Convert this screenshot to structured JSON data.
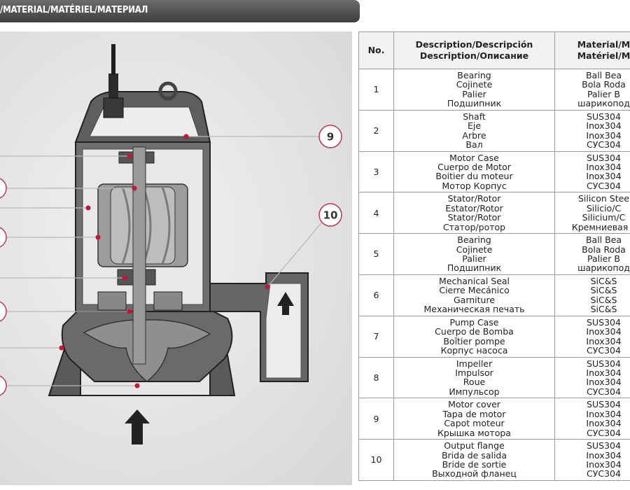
{
  "header": {
    "title": "/MATERIAL/MATÉRIEL/МАТЕРИАЛ"
  },
  "diagram": {
    "callouts": [
      "9",
      "10"
    ],
    "callout_color": "#c0183a"
  },
  "table": {
    "headers": {
      "no": "No.",
      "description": [
        "Description/Descripción",
        "Description/Описание"
      ],
      "material": [
        "Material/M",
        "Matériel/M"
      ]
    },
    "rows": [
      {
        "no": "1",
        "description": [
          "Bearing",
          "Cojinete",
          "Palier",
          "Подшипник"
        ],
        "material": [
          "Ball Bea",
          "Bola Roda",
          "Palier B",
          "шарикопод"
        ]
      },
      {
        "no": "2",
        "description": [
          "Shaft",
          "Eje",
          "Arbre",
          "Вал"
        ],
        "material": [
          "SUS304",
          "Inox304",
          "Inox304",
          "СУС304"
        ]
      },
      {
        "no": "3",
        "description": [
          "Motor Case",
          "Cuerpo de Motor",
          "Boitier du moteur",
          "Мотор Корпус"
        ],
        "material": [
          "SUS304",
          "Inox304",
          "Inox304",
          "СУС304"
        ]
      },
      {
        "no": "4",
        "description": [
          "Stator/Rotor",
          "Estator/Rotor",
          "Stator/Rotor",
          "Статор/ротор"
        ],
        "material": [
          "Silicon Stee",
          "Silicio/C",
          "Silicium/C",
          "Кремниевая с"
        ]
      },
      {
        "no": "5",
        "description": [
          "Bearing",
          "Cojinete",
          "Palier",
          "Подшипник"
        ],
        "material": [
          "Ball Bea",
          "Bola Roda",
          "Palier B",
          "шарикопод"
        ]
      },
      {
        "no": "6",
        "description": [
          "Mechanical Seal",
          "Cierre Mecánico",
          "Garniture",
          "Механическая печать"
        ],
        "material": [
          "SiC&S",
          "SiC&S",
          "SiC&S",
          "SiC&S"
        ]
      },
      {
        "no": "7",
        "description": [
          "Pump Case",
          "Cuerpo de Bomba",
          "Boîtier pompe",
          "Корпус насоса"
        ],
        "material": [
          "SUS304",
          "Inox304",
          "Inox304",
          "СУС304"
        ]
      },
      {
        "no": "8",
        "description": [
          "Impeller",
          "Impulsor",
          "Roue",
          "Импульсор"
        ],
        "material": [
          "SUS304",
          "Inox304",
          "Inox304",
          "СУС304"
        ]
      },
      {
        "no": "9",
        "description": [
          "Motor cover",
          "Tapa de motor",
          "Capot moteur",
          "Крышка мотора"
        ],
        "material": [
          "SUS304",
          "Inox304",
          "Inox304",
          "СУС304"
        ]
      },
      {
        "no": "10",
        "description": [
          "Output flange",
          "Brida de salida",
          "Bride de sortie",
          "Выходной фланец"
        ],
        "material": [
          "SUS304",
          "Inox304",
          "Inox304",
          "СУС304"
        ]
      }
    ]
  }
}
